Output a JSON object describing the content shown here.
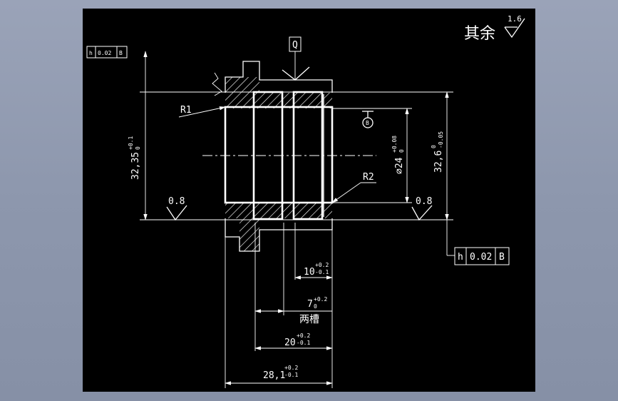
{
  "title_block": {
    "note": "其余",
    "note_roughness": "1.6"
  },
  "datum_labels": {
    "q": "Q",
    "b": "B"
  },
  "tolerance_frames": {
    "left": {
      "symbol": "h",
      "value": "0.02",
      "datum": "B"
    },
    "right": {
      "symbol": "h",
      "value": "0.02",
      "datum": "B"
    }
  },
  "radii": {
    "r1": "R1",
    "r2": "R2"
  },
  "roughness": {
    "left": "0.8",
    "right": "0.8"
  },
  "dimensions": {
    "dia_24": {
      "nominal": "∅24",
      "upper": "+0.08",
      "lower": "0"
    },
    "dim_32_6": {
      "nominal": "32,6",
      "upper": "0",
      "lower": "-0.05"
    },
    "dim_32_35": {
      "nominal": "32,35",
      "upper": "+0.1",
      "lower": "0"
    },
    "dim_10": {
      "nominal": "10",
      "upper": "+0.2",
      "lower": "-0.1"
    },
    "dim_7": {
      "nominal": "7",
      "upper": "+0.2",
      "lower": "0"
    },
    "dim_7_note": "两槽",
    "dim_20": {
      "nominal": "20",
      "upper": "+0.2",
      "lower": "-0.1"
    },
    "dim_28_1": {
      "nominal": "28,1",
      "upper": "+0.2",
      "lower": "-0.1"
    }
  }
}
